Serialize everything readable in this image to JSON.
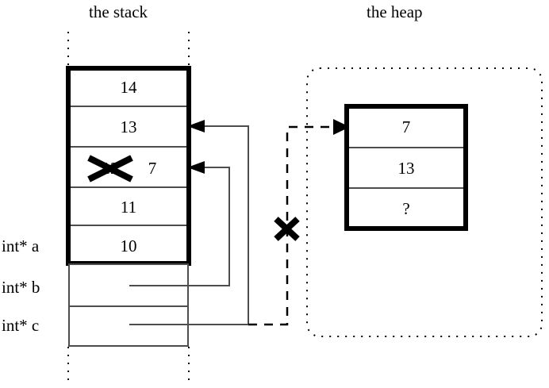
{
  "figure": {
    "kind": "memory-diagram",
    "titles": {
      "stack": "the stack",
      "heap": "the heap"
    }
  },
  "stack": {
    "frame_cells": [
      {
        "value": "14"
      },
      {
        "value": "13"
      },
      {
        "value": "7",
        "struck_value": "12",
        "struck": true
      },
      {
        "value": "11"
      },
      {
        "value": "10"
      }
    ],
    "pointer_rows": [
      {
        "label": "int* a"
      },
      {
        "label": "int* b"
      },
      {
        "label": "int* c"
      }
    ]
  },
  "heap": {
    "cells": [
      {
        "value": "7"
      },
      {
        "value": "13"
      },
      {
        "value": "?"
      }
    ]
  },
  "annotations": {
    "strike_marks": [
      {
        "name": "struck-stack-value",
        "target": "stack cell 12"
      },
      {
        "name": "struck-heap-pointer",
        "target": "dashed pointer from c to heap"
      }
    ]
  },
  "colors": {
    "ink": "#000000",
    "background": "#ffffff",
    "thin_line": "#4d4d4d"
  }
}
